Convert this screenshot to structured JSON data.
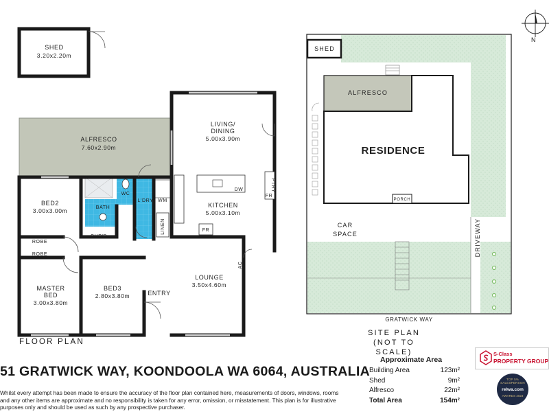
{
  "floor_plan": {
    "title": "FLOOR PLAN",
    "rooms": {
      "shed": {
        "name": "SHED",
        "dims": "3.20x2.20m"
      },
      "alfresco": {
        "name": "ALFRESCO",
        "dims": "7.60x2.90m"
      },
      "living": {
        "name_line1": "LIVING/",
        "name_line2": "DINING",
        "dims": "5.00x3.90m"
      },
      "kitchen": {
        "name": "KITCHEN",
        "dims": "5.00x3.10m"
      },
      "bed2": {
        "name": "BED2",
        "dims": "3.00x3.00m"
      },
      "bath": {
        "name": "BATH"
      },
      "wc": {
        "name": "WC"
      },
      "laundry": {
        "name": "L'DRY"
      },
      "wm": {
        "name": "WM"
      },
      "cupd": {
        "name": "CUP'D"
      },
      "linen": {
        "name": "LINEN"
      },
      "robe1": {
        "name": "ROBE"
      },
      "robe2": {
        "name": "ROBE"
      },
      "master": {
        "name_line1": "MASTER",
        "name_line2": "BED",
        "dims": "3.00x3.80m"
      },
      "bed3": {
        "name": "BED3",
        "dims": "2.80x3.80m"
      },
      "entry": {
        "name": "ENTRY"
      },
      "lounge": {
        "name": "LOUNGE",
        "dims": "3.50x4.60m"
      }
    },
    "fixtures": {
      "dw": "DW",
      "fr1": "FR",
      "fr2": "FR",
      "ptry": "PTRY",
      "ac": "AC"
    }
  },
  "site_plan": {
    "title_line1": "SITE PLAN",
    "title_line2": "(NOT TO SCALE)",
    "labels": {
      "shed": "SHED",
      "alfresco": "ALFRESCO",
      "residence": "RESIDENCE",
      "porch": "PORCH",
      "car_line1": "CAR",
      "car_line2": "SPACE",
      "driveway": "DRIVEWAY",
      "street": "GRATWICK WAY"
    }
  },
  "compass": {
    "north": "N"
  },
  "address": "51 GRATWICK WAY, KOONDOOLA WA 6064, AUSTRALIA",
  "disclaimer": "Whilst every attempt has been made to ensure the accuracy of the floor plan contained here, measurements of doors, windows, rooms and any other items are approximate and no responsibility is taken for any error, omission, or misstatement. This plan is for illustrative purposes only and should be used as such by any prospective purchaser.",
  "areas": {
    "title": "Approximate Area",
    "rows": [
      {
        "label": "Building Area",
        "value": "123m²"
      },
      {
        "label": "Shed",
        "value": "9m²"
      },
      {
        "label": "Alfresco",
        "value": "22m²"
      }
    ],
    "total": {
      "label": "Total Area",
      "value": "154m²"
    }
  },
  "agency": {
    "line1": "S-Class",
    "line2": "PROPERTY GROUP"
  },
  "award": {
    "arc": "TOP 5% SALESPERSON",
    "brand": "relwa.com",
    "year": "AWARDS 2023"
  },
  "colors": {
    "wall": "#1a1a1a",
    "alfresco_fill": "#c2c6b8",
    "wet_area": "#3fb8e3",
    "lawn": "#d7ead9",
    "site_alfresco": "#c4c7ba"
  }
}
